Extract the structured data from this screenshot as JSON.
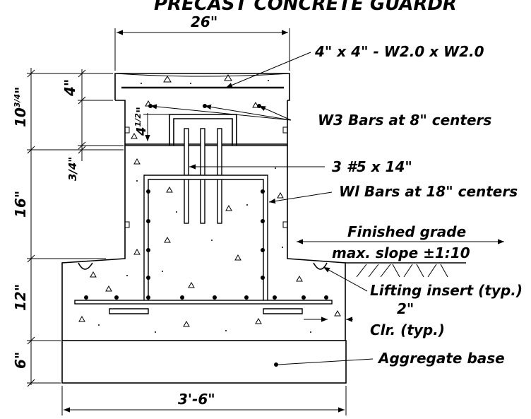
{
  "title_partial": "PRECAST CONCRETE GUARDR",
  "dims": {
    "top_width": "26\"",
    "top_depth": "4\"",
    "upper_depth": "10",
    "upper_depth_frac": "3/4",
    "recess_depth": "4",
    "recess_depth_frac": "1/2",
    "joint_gap": "3/4\"",
    "stem_height": "16\"",
    "footing_height": "12\"",
    "base_height": "6\"",
    "base_width": "3'-6\"",
    "clear_cover": "2\""
  },
  "callouts": {
    "mesh": "4\" x 4\" - W2.0 x W2.0",
    "w3_bars": "W3 Bars at 8\" centers",
    "dowels": "3 #5 x 14\"",
    "wl_bars": "Wl Bars at 18\" centers",
    "finished_grade": "Finished grade",
    "max_slope": "max. slope ±1:10",
    "lifting_insert": "Lifting insert (typ.)",
    "clear_typ": "Clr. (typ.)",
    "aggregate_base": "Aggregate base"
  }
}
